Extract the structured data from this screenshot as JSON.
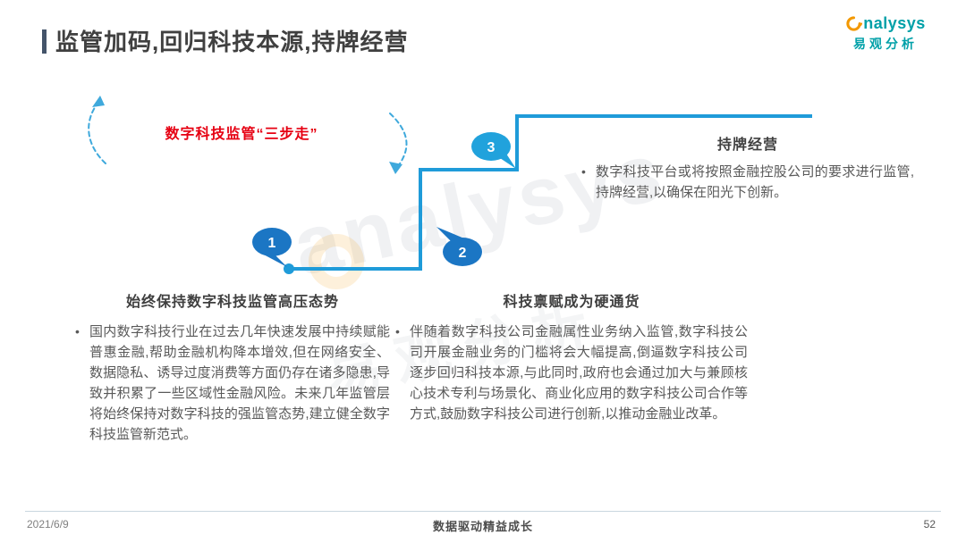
{
  "colors": {
    "step_line_blue": "#1F9BD9",
    "bubble_blue_dark": "#1B76C4",
    "bubble_blue_light": "#21A2DC",
    "dashed_arc_blue": "#3FA9DC",
    "label_red": "#E60012",
    "brand_teal": "#00A0A8",
    "brand_orange": "#F39800",
    "title_accent": "#44546A",
    "heading_gray": "#3F3F3F",
    "body_gray": "#595959"
  },
  "header": {
    "title": "监管加码,回归科技本源,持牌经营",
    "logo": {
      "brand_rest": "nalysys",
      "sub": "易观分析"
    }
  },
  "diagram": {
    "label": "数字科技监管“三步走”",
    "bullet_char": "•",
    "steps": [
      {
        "num": "1",
        "title": "始终保持数字科技监管高压态势",
        "body": "国内数字科技行业在过去几年快速发展中持续赋能普惠金融,帮助金融机构降本增效,但在网络安全、数据隐私、诱导过度消费等方面仍存在诸多隐患,导致并积累了一些区域性金融风险。未来几年监管层将始终保持对数字科技的强监管态势,建立健全数字科技监管新范式。"
      },
      {
        "num": "2",
        "title": "科技禀赋成为硬通货",
        "body": "伴随着数字科技公司金融属性业务纳入监管,数字科技公司开展金融业务的门槛将会大幅提高,倒逼数字科技公司逐步回归科技本源,与此同时,政府也会通过加大与兼顾核心技术专利与场景化、商业化应用的数字科技公司合作等方式,鼓励数字科技公司进行创新,以推动金融业改革。"
      },
      {
        "num": "3",
        "title": "持牌经营",
        "body": "数字科技平台或将按照金融控股公司的要求进行监管,持牌经营,以确保在阳光下创新。"
      }
    ]
  },
  "watermark": {
    "brand": "analysys",
    "sub": "易观分析"
  },
  "footer": {
    "date": "2021/6/9",
    "slogan": "数据驱动精益成长",
    "page": "52"
  }
}
